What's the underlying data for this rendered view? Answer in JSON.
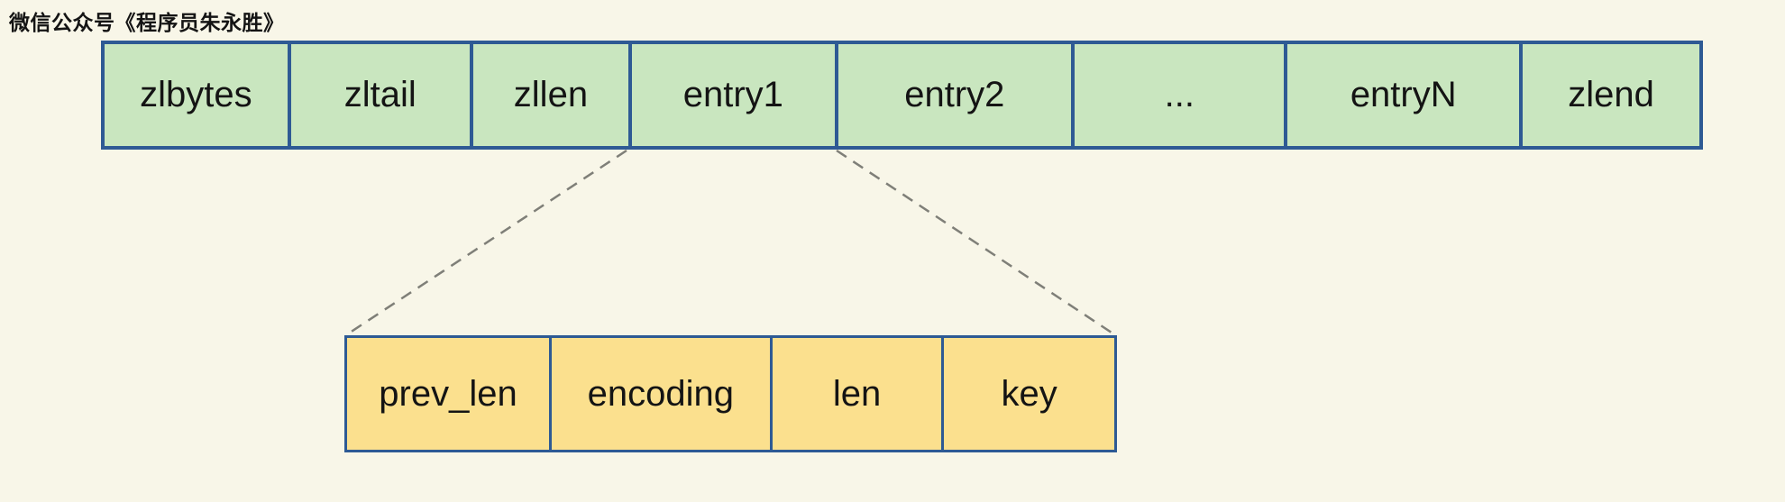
{
  "watermark": "微信公众号《程序员朱永胜》",
  "colors": {
    "background": "#F8F6E8",
    "cell_green": "#C9E6BF",
    "cell_yellow": "#FBE08E",
    "border_blue": "#2E5A94",
    "connector_gray": "#7F7F78",
    "text": "#141414"
  },
  "ziplist_row": {
    "cells": [
      "zlbytes",
      "zltail",
      "zllen",
      "entry1",
      "entry2",
      "...",
      "entryN",
      "zlend"
    ]
  },
  "entry_detail_row": {
    "cells": [
      "prev_len",
      "encoding",
      "len",
      "key"
    ]
  }
}
